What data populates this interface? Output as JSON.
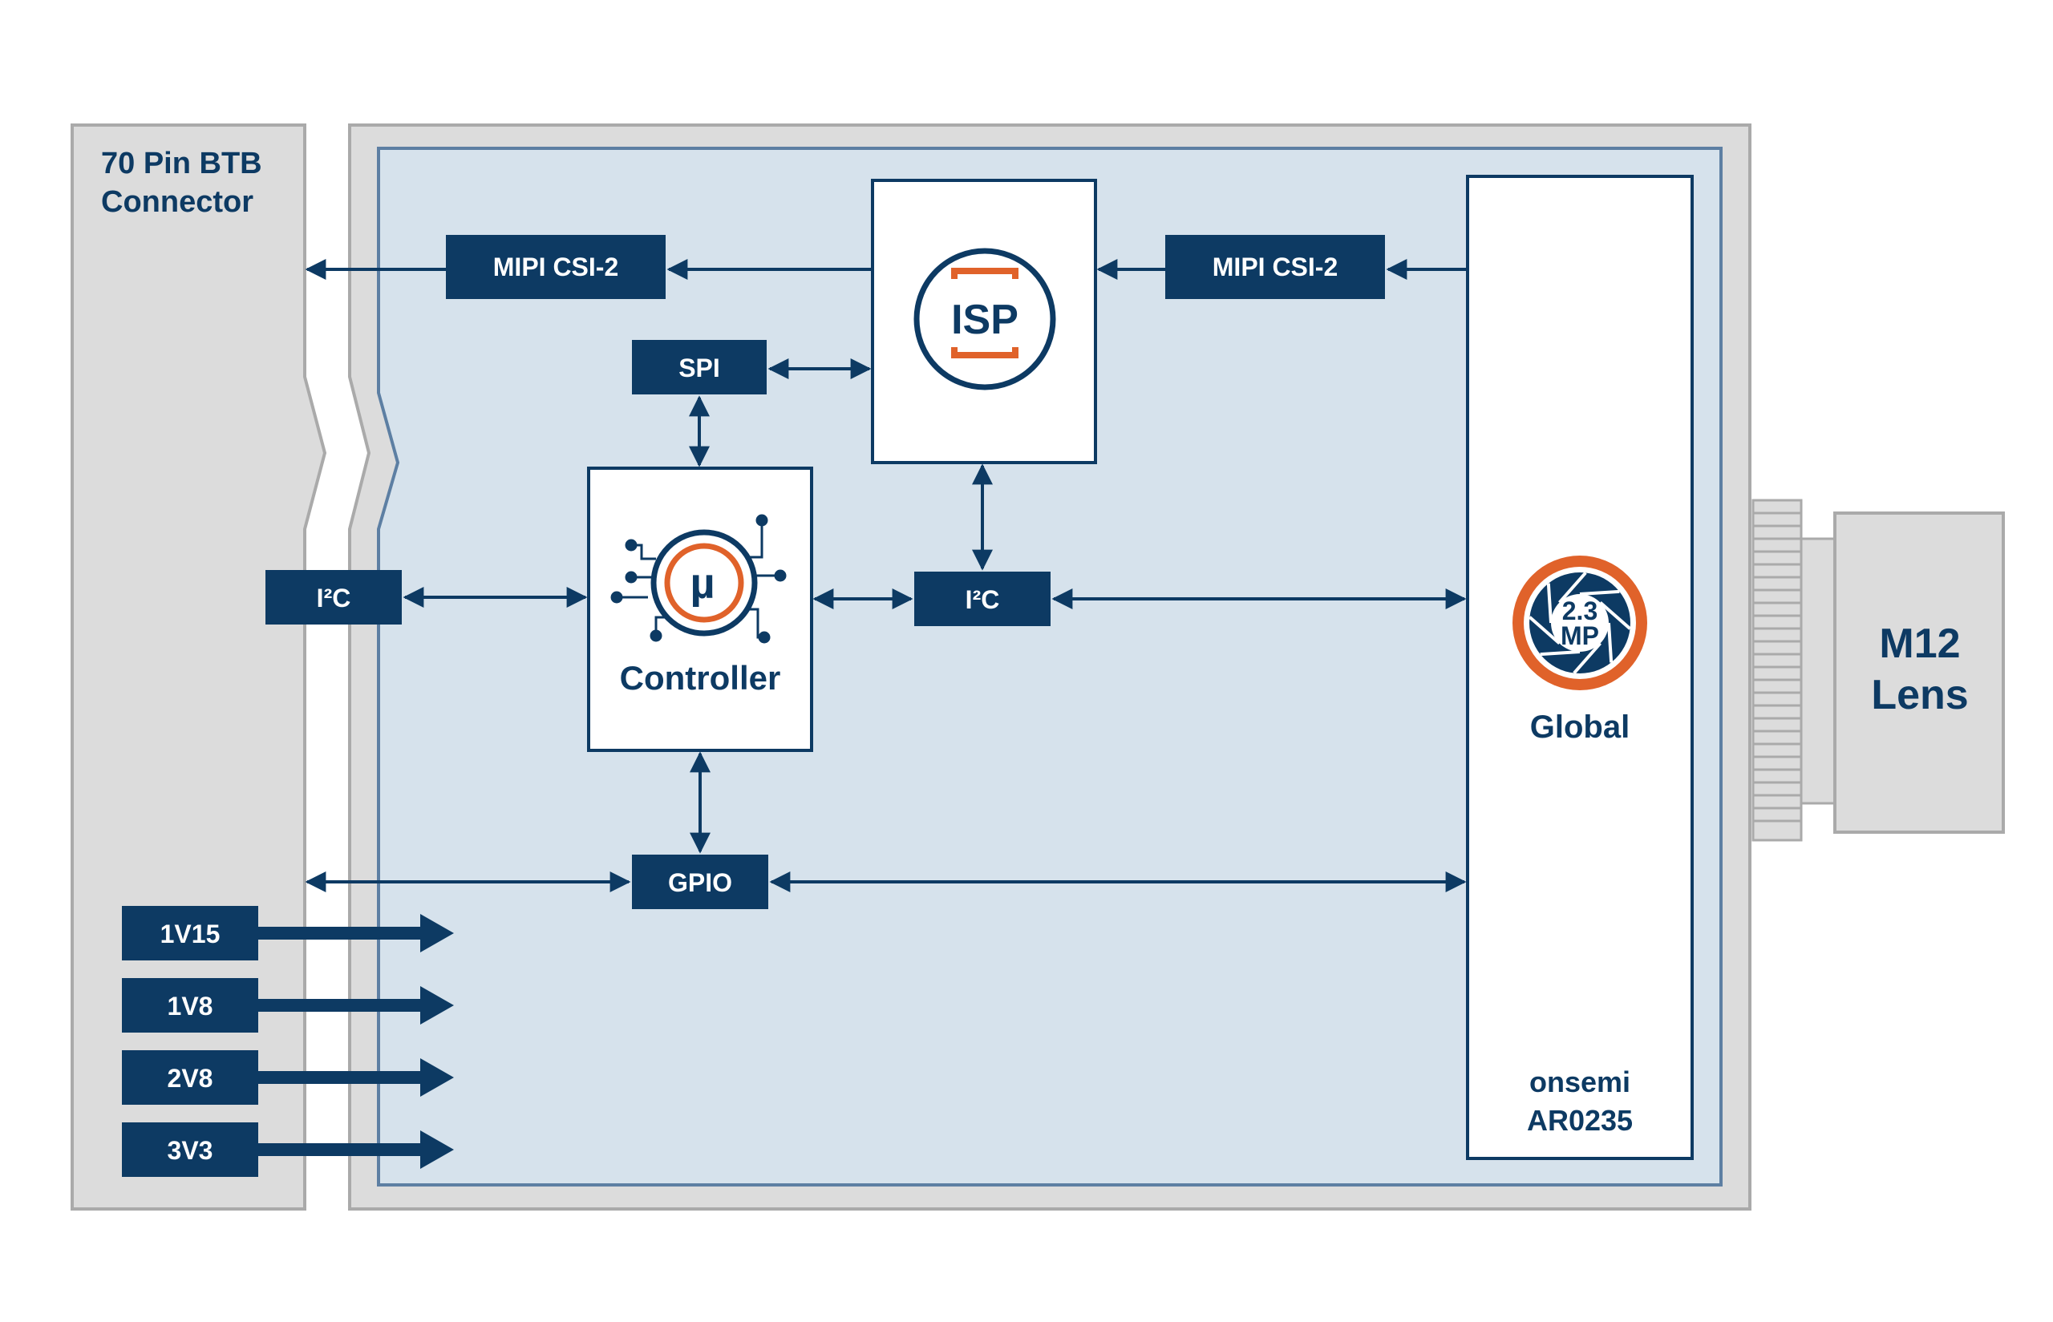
{
  "connector": {
    "title_line1": "70 Pin BTB",
    "title_line2": "Connector"
  },
  "blocks": {
    "mipi_out": "MIPI CSI-2",
    "mipi_in": "MIPI CSI-2",
    "spi": "SPI",
    "isp_icon": "ISP",
    "controller": "Controller",
    "controller_icon": "µ",
    "i2c_left": "I²C",
    "i2c_right": "I²C",
    "gpio": "GPIO"
  },
  "sensor": {
    "resolution_line1": "2.3",
    "resolution_line2": "MP",
    "shutter": "Global",
    "vendor": "onsemi",
    "part": "AR0235"
  },
  "lens": {
    "line1": "M12",
    "line2": "Lens"
  },
  "power_rails": [
    "1V15",
    "1V8",
    "2V8",
    "3V3"
  ],
  "colors": {
    "navy": "#0d3a63",
    "orange": "#e0622a",
    "board_bg": "#d6e2ec",
    "frame_gray": "#dcdcdc",
    "frame_border": "#aaaaaa",
    "inner_border": "#5d7fa3"
  },
  "icons": [
    "isp-icon",
    "microcontroller-icon",
    "aperture-icon"
  ]
}
